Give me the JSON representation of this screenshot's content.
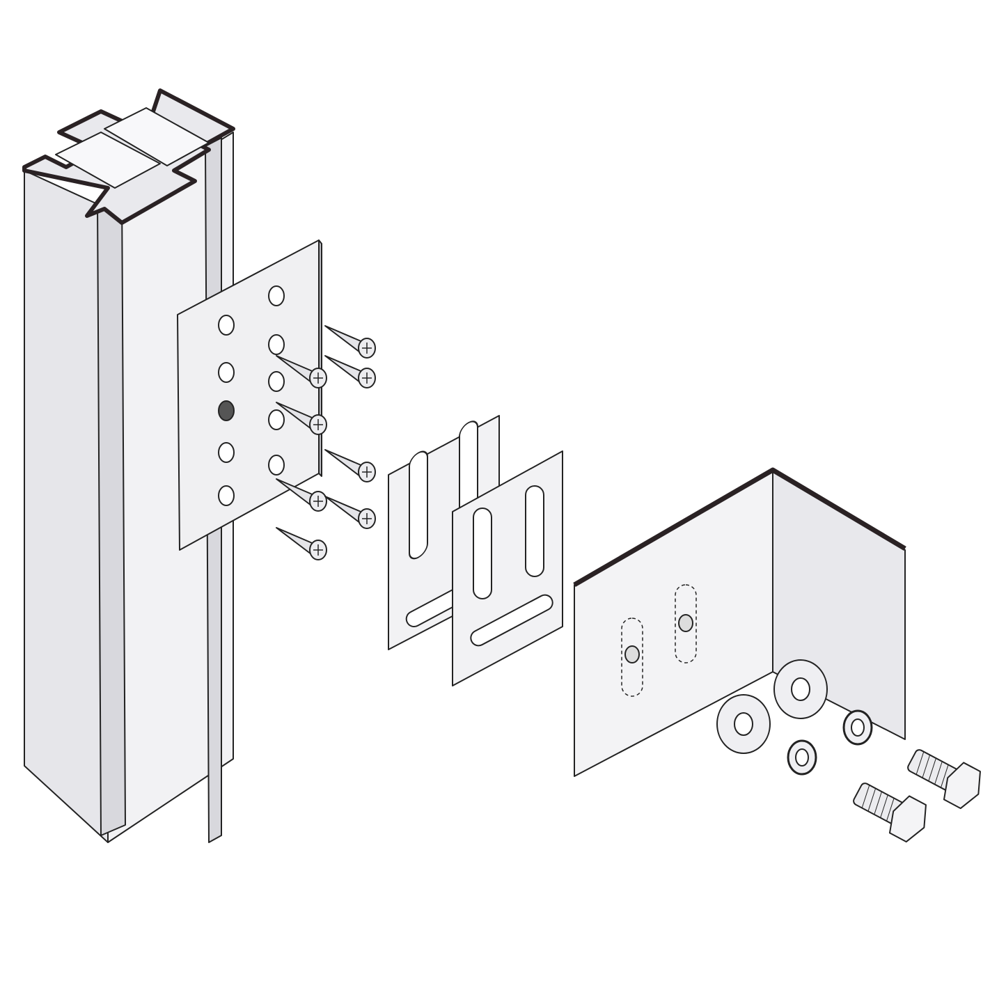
{
  "colors": {
    "background": "#ffffff",
    "metal_light": "#f1f1f3",
    "metal_mid": "#e2e2e6",
    "metal_dark": "#cfcfd4",
    "outline": "#222222",
    "edge_dark": "#2a2224"
  },
  "parts": {
    "post": "aluminum-post",
    "mounting_plate": "mounting-plate",
    "shims": "slotted-shims",
    "bracket": "angle-bracket",
    "screws": "wood-screws",
    "washers": "washers",
    "bolts": "hex-bolts"
  }
}
